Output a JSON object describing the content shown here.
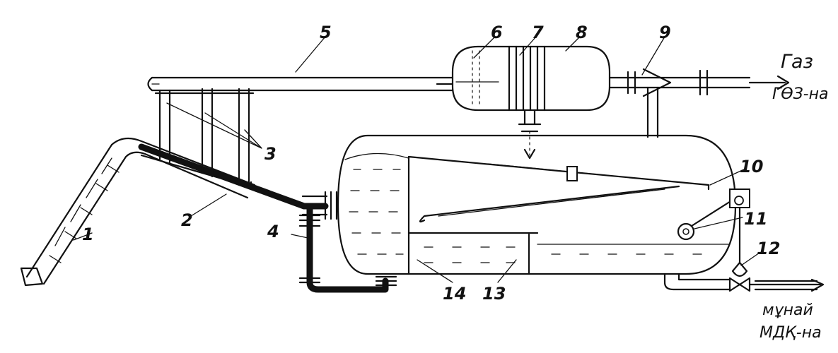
{
  "callouts": {
    "c1": "1",
    "c2": "2",
    "c3": "3",
    "c4": "4",
    "c5": "5",
    "c6": "6",
    "c7": "7",
    "c8": "8",
    "c9": "9",
    "c10": "10",
    "c11": "11",
    "c12": "12",
    "c13": "13",
    "c14": "14"
  },
  "outputs": {
    "gas_label": "Газ",
    "gas_destination": "ГӨЗ-на",
    "oil_label": "мұнай",
    "oil_destination": "МДҚ-на"
  }
}
